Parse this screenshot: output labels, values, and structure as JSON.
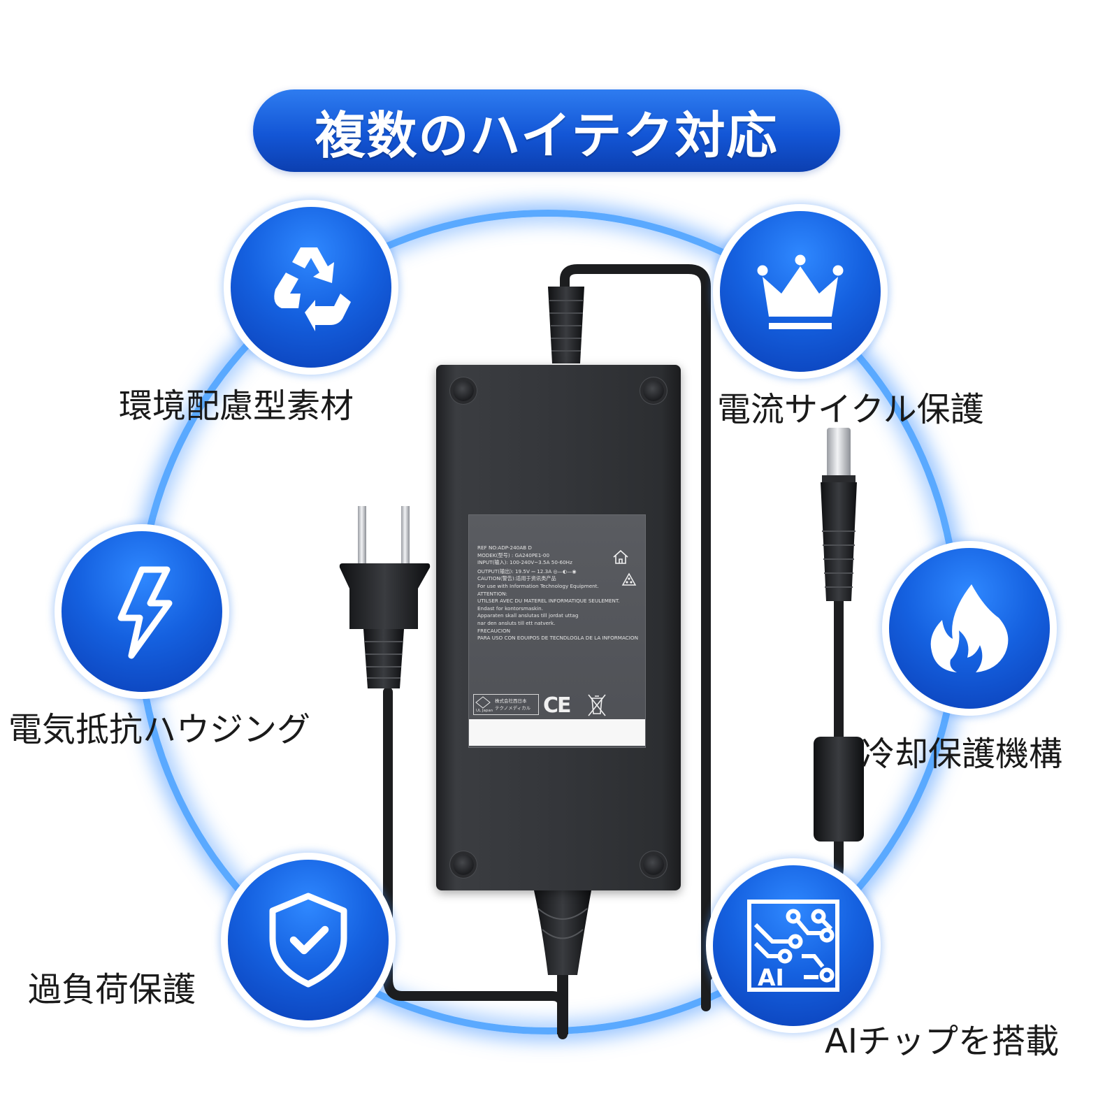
{
  "title": "複数のハイテク対応",
  "features": [
    {
      "label": "環境配慮型素材",
      "icon": "recycle-icon"
    },
    {
      "label": "電流サイクル保護",
      "icon": "crown-icon"
    },
    {
      "label": "電気抵抗ハウジング",
      "icon": "lightning-bolt-icon"
    },
    {
      "label": "冷却保護機構",
      "icon": "flame-icon"
    },
    {
      "label": "過負荷保護",
      "icon": "shield-check-icon"
    },
    {
      "label": "AIチップを搭載",
      "icon": "ai-chip-icon"
    }
  ],
  "adapter_label": {
    "ref": "REF NO:ADP-240AB D",
    "model": "MODEK(型号)  :  GA240PE1-00",
    "input": "INPUT(输入): 100-240V~3.5A        50-60Hz",
    "output": "OUTPUT(输出): 19.5V ⎓ 12.3A   ◎—◐—◉",
    "caution": "CAUTION(警告):适用于资讯类产品",
    "for_use": "For use with Information Technology Equipment.",
    "attention": "ATTENTION:",
    "utilser": "UTILSER AVEC DU  MATEREL INFORMATIQUE SEULEMENT.",
    "endast": "Endast for kontorsmaskin.",
    "apparaten": "Apparaten skall anslutas till jordat uttag",
    "nar": "nar den ansluts till ett natverk.",
    "frecaucion": "FRECAUCION",
    "para": "PARA USO CON EOUIPOS DE TECNDLOGLA DE LA INFORMACION",
    "pse": "PS E",
    "ul_japan": "UL Japan",
    "company_line1": "株式会社西日本",
    "company_line2": "テクノメディカル",
    "ce": "CE"
  },
  "colors": {
    "accent_blue": "#1561e0",
    "ring_blue": "#5aa9ff",
    "adapter_body": "#34363a"
  }
}
